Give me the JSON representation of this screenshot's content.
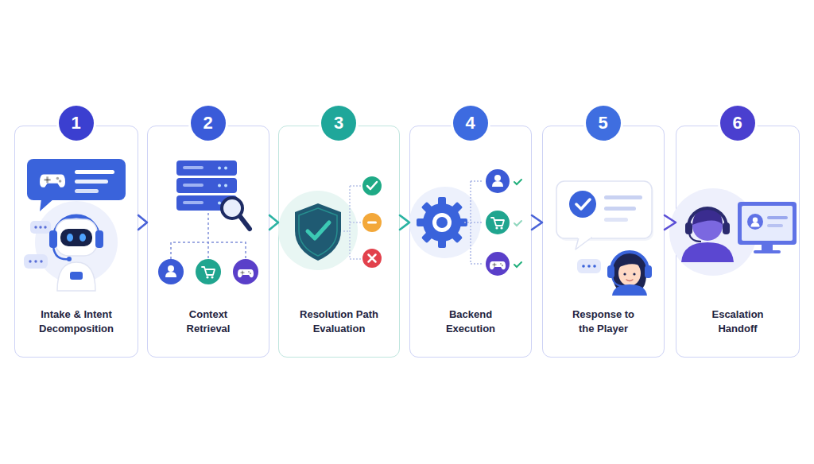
{
  "diagram": {
    "nodes": [
      {
        "text": [
          "Intake & Intent Decomposition"
        ]
      },
      {
        "text": [
          "1"
        ],
        "in": 0
      },
      {
        "text": [
          "Context Retrieval"
        ]
      },
      {
        "text": [
          "2"
        ],
        "in": 2
      },
      {
        "text": [
          "Resolution Path Evaluation"
        ]
      },
      {
        "text": [
          "3"
        ],
        "in": 4
      },
      {
        "text": [
          "Backend Execution"
        ]
      },
      {
        "text": [
          "4"
        ],
        "in": 6
      },
      {
        "text": [
          "Response to the Player"
        ]
      },
      {
        "text": [
          "5"
        ],
        "in": 8
      },
      {
        "text": [
          "Escalation Handoff"
        ]
      },
      {
        "text": [
          "6"
        ],
        "in": 10
      }
    ],
    "edges": [
      {
        "from": 0,
        "to": 2,
        "arrow": "to"
      },
      {
        "from": 2,
        "to": 4,
        "arrow": "to"
      },
      {
        "from": 4,
        "to": 6,
        "arrow": "to"
      },
      {
        "from": 6,
        "to": 8,
        "arrow": "to"
      },
      {
        "from": 8,
        "to": 10,
        "arrow": "to"
      }
    ]
  }
}
